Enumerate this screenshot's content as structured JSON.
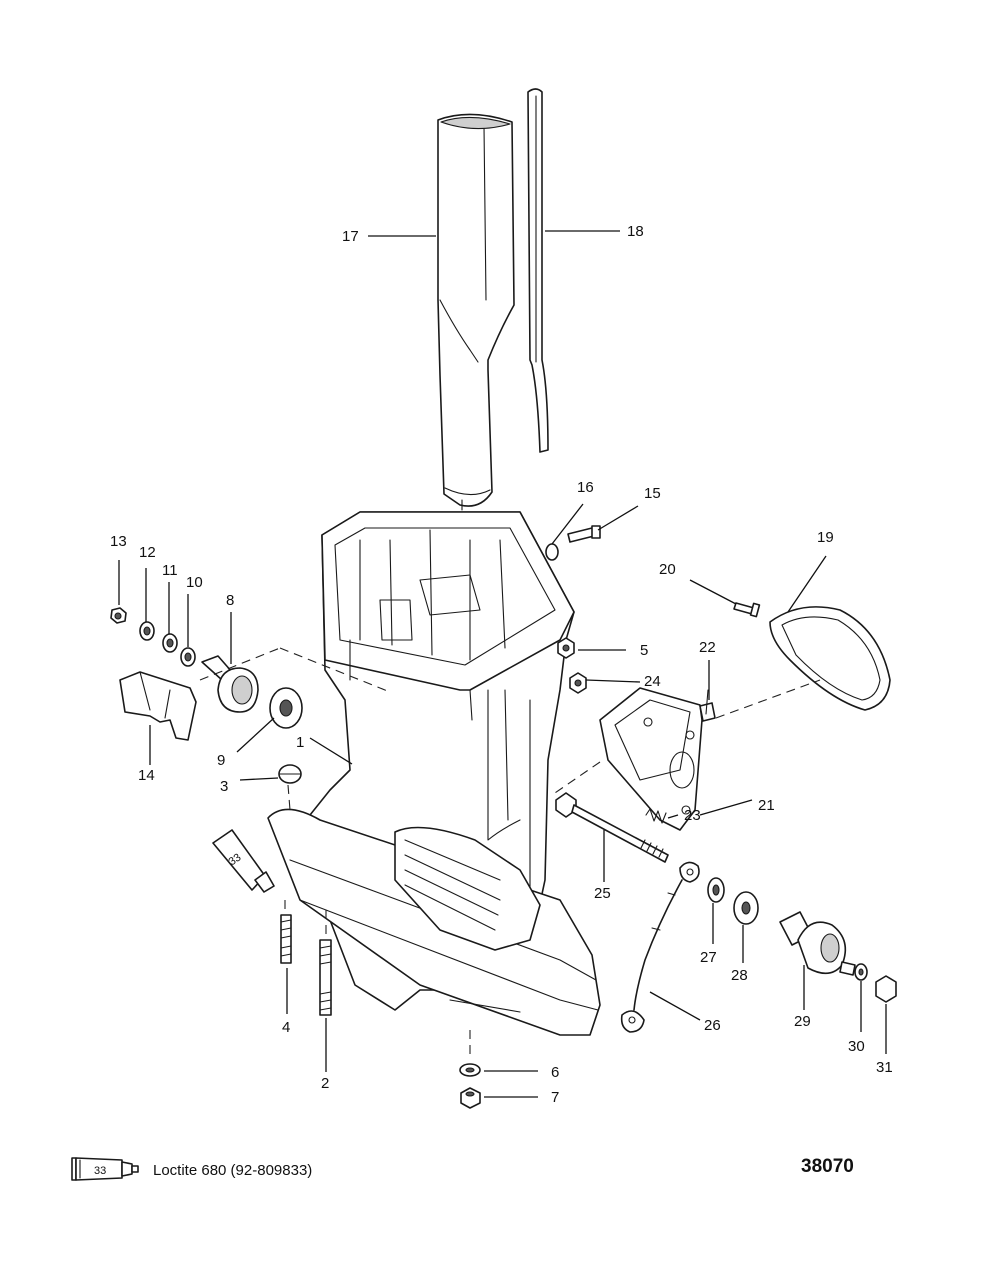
{
  "callouts": [
    {
      "id": "c17",
      "label": "17"
    },
    {
      "id": "c18",
      "label": "18"
    },
    {
      "id": "c16",
      "label": "16"
    },
    {
      "id": "c15",
      "label": "15"
    },
    {
      "id": "c19",
      "label": "19"
    },
    {
      "id": "c20",
      "label": "20"
    },
    {
      "id": "c13",
      "label": "13"
    },
    {
      "id": "c12",
      "label": "12"
    },
    {
      "id": "c11",
      "label": "11"
    },
    {
      "id": "c10",
      "label": "10"
    },
    {
      "id": "c8",
      "label": "8"
    },
    {
      "id": "c5",
      "label": "5"
    },
    {
      "id": "c22",
      "label": "22"
    },
    {
      "id": "c24",
      "label": "24"
    },
    {
      "id": "c9",
      "label": "9"
    },
    {
      "id": "c1",
      "label": "1"
    },
    {
      "id": "c14",
      "label": "14"
    },
    {
      "id": "c3",
      "label": "3"
    },
    {
      "id": "c21",
      "label": "21"
    },
    {
      "id": "c23",
      "label": "23"
    },
    {
      "id": "c33",
      "label": "33"
    },
    {
      "id": "c25",
      "label": "25"
    },
    {
      "id": "c27",
      "label": "27"
    },
    {
      "id": "c28",
      "label": "28"
    },
    {
      "id": "c29",
      "label": "29"
    },
    {
      "id": "c4",
      "label": "4"
    },
    {
      "id": "c26",
      "label": "26"
    },
    {
      "id": "c30",
      "label": "30"
    },
    {
      "id": "c31",
      "label": "31"
    },
    {
      "id": "c2",
      "label": "2"
    },
    {
      "id": "c6",
      "label": "6"
    },
    {
      "id": "c7",
      "label": "7"
    }
  ],
  "legend": {
    "tube_number": "33",
    "text": "Loctite 680 (92-809833)"
  },
  "drawing_number": "38070"
}
